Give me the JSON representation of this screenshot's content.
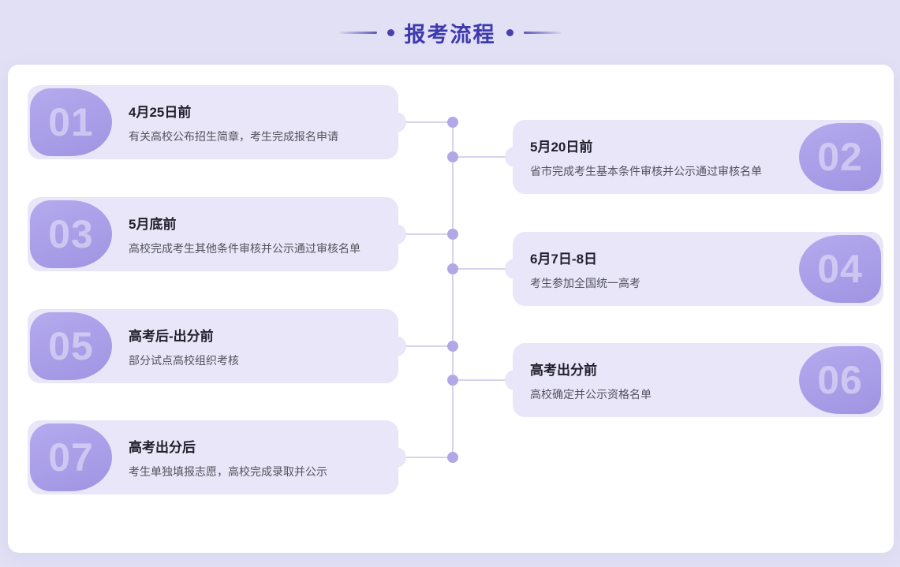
{
  "page": {
    "title": "报考流程"
  },
  "colors": {
    "page_bg": "#e2e0f4",
    "panel_bg": "#ffffff",
    "header_accent": "#3d3aad",
    "card_bg": "#e8e6f8",
    "badge_bg": "#a89de7",
    "badge_number": "#c9c2f1",
    "card_title": "#20202c",
    "card_desc": "#53535e",
    "timeline_dot": "#b2a8e8",
    "timeline_line": "#d7d3ef"
  },
  "steps": [
    {
      "number": "01",
      "side": "left",
      "title": "4月25日前",
      "desc": "有关高校公布招生简章，考生完成报名申请"
    },
    {
      "number": "02",
      "side": "right",
      "title": "5月20日前",
      "desc": "省市完成考生基本条件审核并公示通过审核名单"
    },
    {
      "number": "03",
      "side": "left",
      "title": "5月底前",
      "desc": "高校完成考生其他条件审核并公示通过审核名单"
    },
    {
      "number": "04",
      "side": "right",
      "title": "6月7日-8日",
      "desc": "考生参加全国统一高考"
    },
    {
      "number": "05",
      "side": "left",
      "title": "高考后-出分前",
      "desc": "部分试点高校组织考核"
    },
    {
      "number": "06",
      "side": "right",
      "title": "高考出分前",
      "desc": "高校确定并公示资格名单"
    },
    {
      "number": "07",
      "side": "left",
      "title": "高考出分后",
      "desc": "考生单独填报志愿，高校完成录取并公示"
    }
  ]
}
